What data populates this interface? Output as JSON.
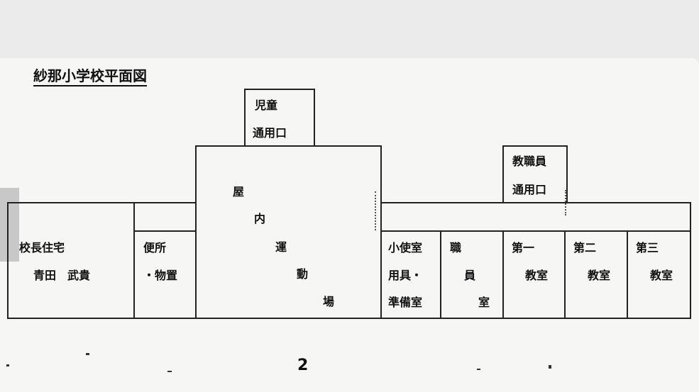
{
  "diagram": {
    "title": "紗那小学校平面図",
    "page_number": "2",
    "rooms": {
      "student_entrance": {
        "line1": "児童",
        "line2": "通用口"
      },
      "staff_entrance": {
        "line1": "教職員",
        "line2": "通用口"
      },
      "principal_house": {
        "line1": "校長住宅",
        "line2": "青田　武貴"
      },
      "toilet": {
        "line1": "便所",
        "line2": "・物置"
      },
      "gym": {
        "c1": "屋",
        "c2": "内",
        "c3": "運",
        "c4": "動",
        "c5": "場"
      },
      "janitor": {
        "line1": "小使室",
        "line2": "用具・",
        "line3": "準備室"
      },
      "staff_room": {
        "c1": "職",
        "c2": "員",
        "c3": "室"
      },
      "class1": {
        "line1": "第一",
        "line2": "教室"
      },
      "class2": {
        "line1": "第二",
        "line2": "教室"
      },
      "class3": {
        "line1": "第三",
        "line2": "教室"
      }
    }
  }
}
